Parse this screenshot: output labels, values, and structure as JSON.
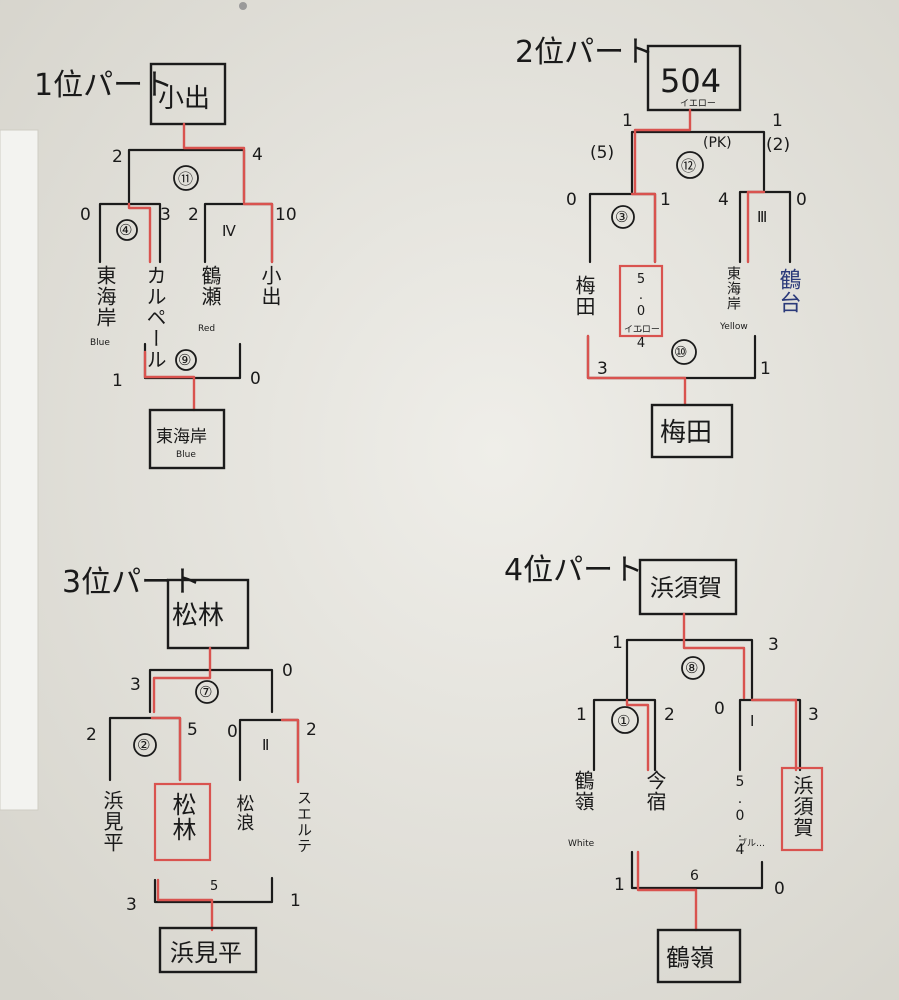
{
  "colors": {
    "board": "#e9e8e2",
    "ink": "#1b1b1b",
    "winner_line": "#d9534f",
    "blue_marker": "#2b3a7a"
  },
  "parts": {
    "p1": {
      "title": "1位パート",
      "champion": "小出",
      "final_match": "⑪",
      "final_scores": [
        "2",
        "4"
      ],
      "match_left": "④",
      "match_left_scores": [
        "0",
        "3"
      ],
      "match_right": "Ⅳ",
      "match_right_scores": [
        "2",
        "10"
      ],
      "teams": [
        "東海岸",
        "カルペール",
        "鶴瀬",
        "小出"
      ],
      "team_subs": [
        "Blue",
        "",
        "Red",
        ""
      ],
      "consolation_match": "⑨",
      "consolation_scores": [
        "1",
        "0"
      ],
      "consolation_winner": "東海岸",
      "consolation_winner_sub": "Blue"
    },
    "p2": {
      "title": "2位パート",
      "champion": "504",
      "champion_sub": "イエロー",
      "final_match": "⑫",
      "final_scores": [
        "1",
        "1"
      ],
      "final_pk_scores": [
        "(5)",
        "(2)"
      ],
      "final_pk_label": "(PK)",
      "match_left": "③",
      "match_left_scores": [
        "0",
        "1"
      ],
      "match_right": "Ⅲ",
      "match_right_scores": [
        "4",
        "0"
      ],
      "teams": [
        "梅田",
        "5.0.4",
        "東海岸",
        "鶴台"
      ],
      "team_subs": [
        "",
        "イエロー",
        "Yellow",
        ""
      ],
      "consolation_match": "⑩",
      "consolation_scores": [
        "3",
        "1"
      ],
      "consolation_winner": "梅田"
    },
    "p3": {
      "title": "3位パート",
      "champion": "松林",
      "final_match": "⑦",
      "final_scores": [
        "3",
        "0"
      ],
      "match_left": "②",
      "match_left_scores": [
        "2",
        "5"
      ],
      "match_right": "Ⅱ",
      "match_right_scores": [
        "0",
        "2"
      ],
      "teams": [
        "浜見平",
        "松林",
        "松浪",
        "スエルテ"
      ],
      "consolation_match": "5",
      "consolation_scores": [
        "3",
        "1"
      ],
      "consolation_winner": "浜見平"
    },
    "p4": {
      "title": "4位パート",
      "champion": "浜須賀",
      "final_match": "⑧",
      "final_scores": [
        "1",
        "3"
      ],
      "match_left": "①",
      "match_left_scores": [
        "1",
        "2"
      ],
      "match_right": "Ⅰ",
      "match_right_scores": [
        "0",
        "3"
      ],
      "teams": [
        "鶴嶺",
        "今宿",
        "5.0.4",
        "浜須賀"
      ],
      "team_subs": [
        "White",
        "",
        "ブル…",
        ""
      ],
      "consolation_match": "6",
      "consolation_scores": [
        "1",
        "0"
      ],
      "consolation_winner": "鶴嶺"
    }
  }
}
